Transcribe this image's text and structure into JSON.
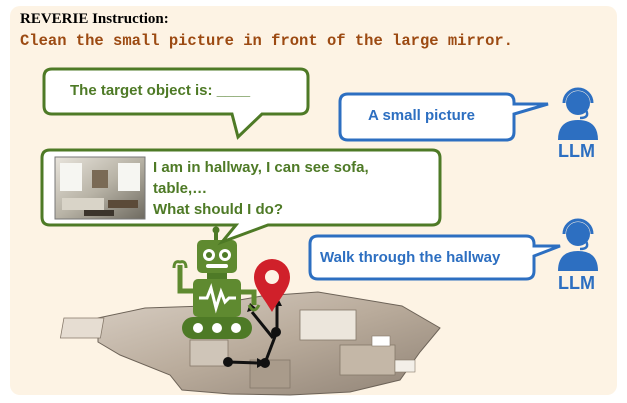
{
  "heading": "REVERIE Instruction:",
  "instruction": "Clean the small picture in front of the large mirror.",
  "prompt_bubble": "The target object is: ____",
  "observation_lines": [
    "I am in hallway, I can see sofa,",
    "table,…",
    "What should I do?"
  ],
  "llm_answers": [
    "A small picture",
    "Walk through the hallway"
  ],
  "llm_label": "LLM",
  "colors": {
    "panel": "#fdf3e4",
    "green": "#4e7a26",
    "blue": "#2d6fc1",
    "instruction": "#9c4a12",
    "pin": "#d0202a"
  },
  "icons": [
    "robot-icon",
    "llm-person-icon",
    "location-pin-icon",
    "room-photo-thumbnail",
    "floor-plan-map"
  ]
}
